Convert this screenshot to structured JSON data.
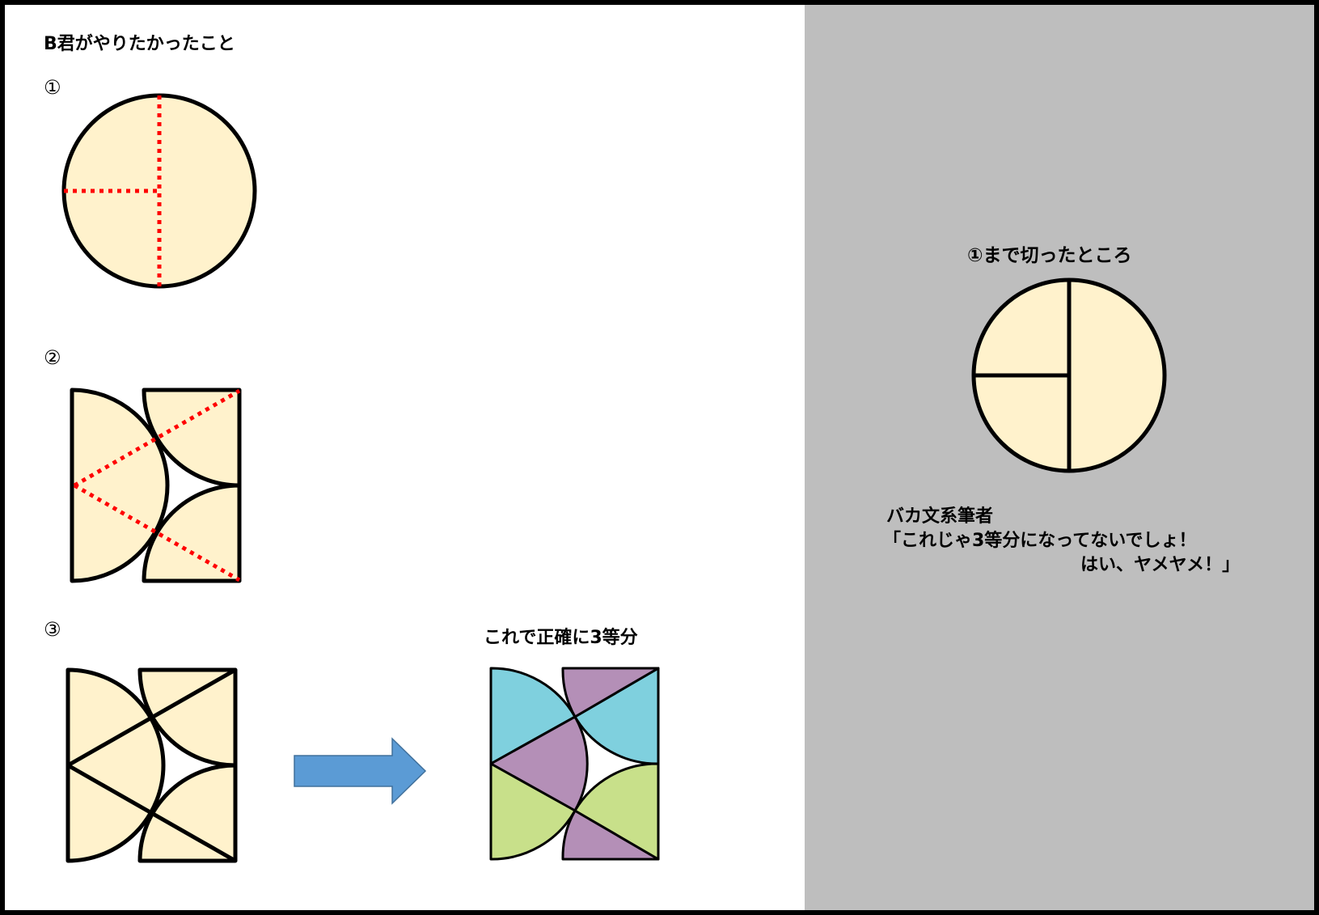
{
  "title": "B君がやりたかったこと",
  "steps": {
    "step1_label": "①",
    "step2_label": "②",
    "step3_label": "③"
  },
  "result_label": "これで正確に3等分",
  "right_panel": {
    "caption": "①まで切ったところ",
    "speaker": "バカ文系筆者",
    "quote_line1": "「これじゃ3等分になってないでしょ！",
    "quote_line2": "はい、ヤメヤメ！」"
  },
  "colors": {
    "pie_fill": "#fff2cc",
    "cut_line_red": "#ff0000",
    "arrow_blue": "#5b9bd5",
    "piece_cyan": "#7fd0de",
    "piece_purple": "#b48fb7",
    "piece_green": "#c8e08a",
    "right_panel_bg": "#bebebe"
  }
}
